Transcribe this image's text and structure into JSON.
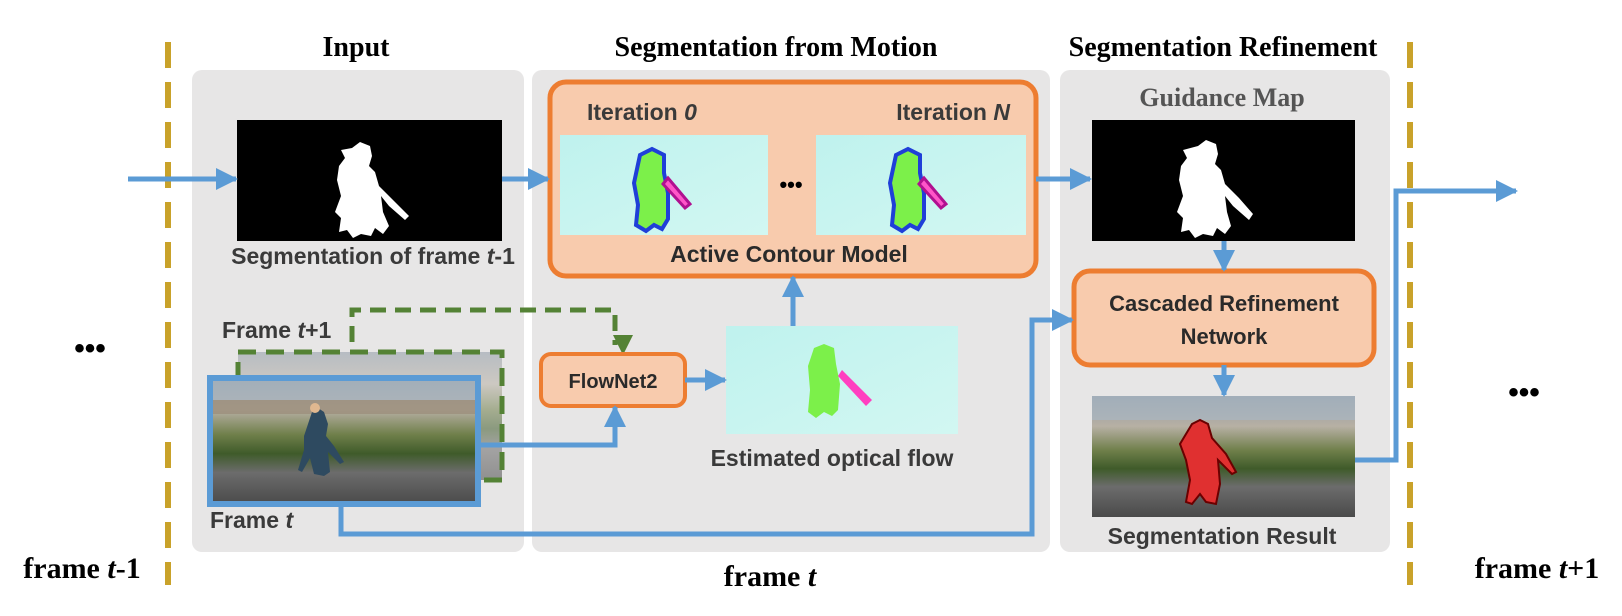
{
  "sections": {
    "input": "Input",
    "motion": "Segmentation from Motion",
    "refinement": "Segmentation Refinement"
  },
  "timeline": {
    "prev": "frame t-1",
    "curr": "frame  t",
    "next": "frame t+1",
    "ellipsis": "•••"
  },
  "input_panel": {
    "seg_caption_prefix": "Segmentation of frame ",
    "seg_caption_var": "t",
    "seg_caption_suffix": "-1",
    "next_frame_prefix": "Frame ",
    "next_frame_var": "t",
    "next_frame_suffix": "+1",
    "frame_prefix": "Frame ",
    "frame_var": "t"
  },
  "motion_panel": {
    "iter_start_label": "Iteration ",
    "iter_start_var": "0",
    "iter_end_label": "Iteration ",
    "iter_end_var": "N",
    "ellipsis": "•••",
    "acm_label": "Active Contour Model",
    "flownet_label": "FlowNet2",
    "flow_caption": "Estimated optical flow"
  },
  "refinement_panel": {
    "guidance_label": "Guidance Map",
    "crn_line1": "Cascaded Refinement",
    "crn_line2": "Network",
    "result_caption": "Segmentation Result"
  },
  "colors": {
    "arrow_blue": "#5b9bd5",
    "dashed_green": "#548235",
    "orange_border": "#ed7d31",
    "orange_fill": "#f8cbad",
    "panel_gray": "#e7e6e6",
    "timeline_gold": "#c9a22a",
    "mask_red": "#e03030"
  }
}
